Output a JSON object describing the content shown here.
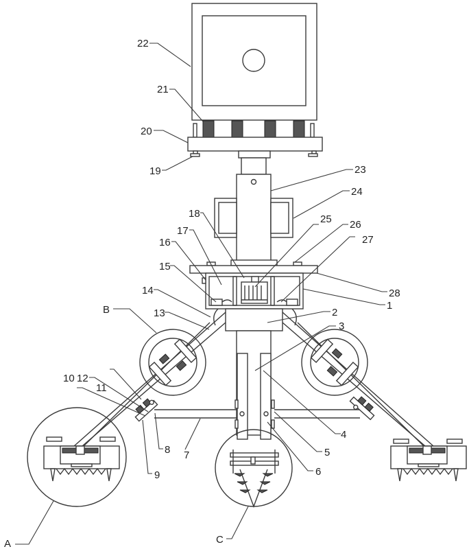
{
  "figure": {
    "type": "patent mechanical drawing",
    "description": "Tripod-mounted equipment with display box on spring-damped platform, telescoping column, housing, two angled legs with shock absorbers and ground-spike feet, and a central ground drill"
  },
  "labels": {
    "n1": "1",
    "n2": "2",
    "n3": "3",
    "n4": "4",
    "n5": "5",
    "n6": "6",
    "n7": "7",
    "n8": "8",
    "n9": "9",
    "n10": "10",
    "n11": "11",
    "n12": "12",
    "n13": "13",
    "n14": "14",
    "n15": "15",
    "n16": "16",
    "n17": "17",
    "n18": "18",
    "n19": "19",
    "n20": "20",
    "n21": "21",
    "n22": "22",
    "n23": "23",
    "n24": "24",
    "n25": "25",
    "n26": "26",
    "n27": "27",
    "n28": "28",
    "A": "A",
    "B": "B",
    "C": "C"
  },
  "colors": {
    "line": "#3a3a3a",
    "background": "#ffffff",
    "spring": "#555555"
  }
}
